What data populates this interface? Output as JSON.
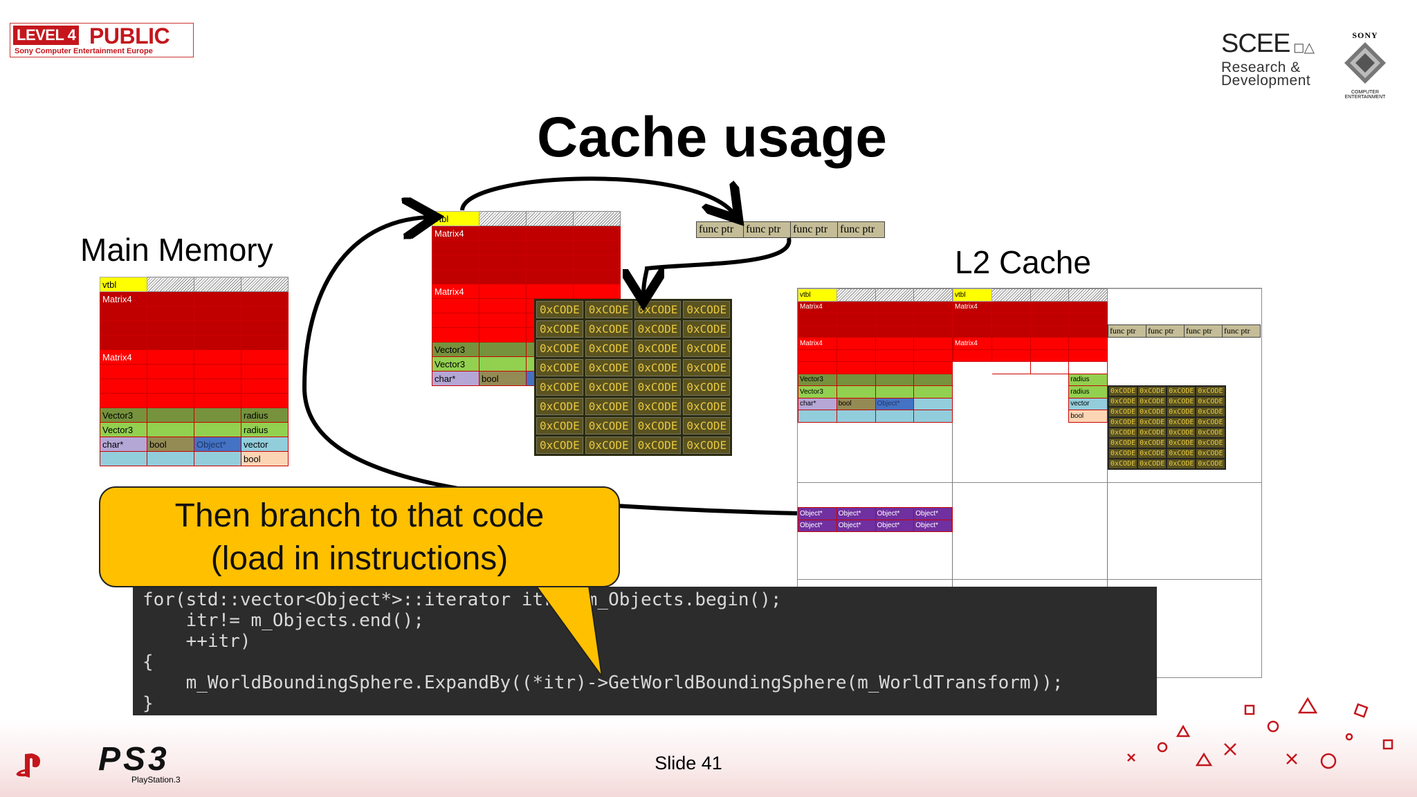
{
  "header": {
    "badge_level": "LEVEL 4",
    "badge_public": "PUBLIC",
    "badge_sub": "Sony Computer Entertainment Europe",
    "scee_big": "SCEE",
    "scee_line1": "Research &",
    "scee_line2": "Development",
    "sony": "SONY",
    "sony_sub": "COMPUTER ENTERTAINMENT"
  },
  "title": "Cache usage",
  "labels": {
    "main_memory": "Main Memory",
    "l2_cache": "L2 Cache"
  },
  "cells": {
    "vtbl": "vtbl",
    "matrix4": "Matrix4",
    "vector3": "Vector3",
    "radius": "radius",
    "char_ptr": "char*",
    "bool": "bool",
    "object_ptr": "Object*",
    "vector": "vector",
    "code": "0xCODE",
    "func_ptr": "func ptr"
  },
  "callout": {
    "line1": "Then branch to that code",
    "line2": "(load in instructions)"
  },
  "code_lines": [
    "for(std::vector<Object*>::iterator itr = m_Objects.begin();",
    "    itr!= m_Objects.end();",
    "    ++itr)",
    "{",
    "    m_WorldBoundingSphere.ExpandBy((*itr)->GetWorldBoundingSphere(m_WorldTransform));",
    "}"
  ],
  "footer": {
    "slide": "Slide 41",
    "ps3": "PS3",
    "ps3_sub": "PlayStation.3"
  },
  "colors": {
    "callout": "#ffc000",
    "code_bg": "#2c2c2c",
    "brand_red": "#c4161c"
  }
}
